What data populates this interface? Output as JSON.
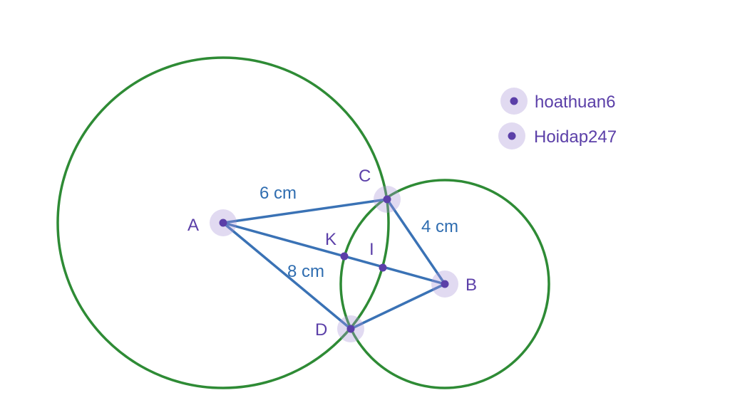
{
  "colors": {
    "circle": "#2e8b35",
    "segment": "#3a72b5",
    "point": "#5b3fa8",
    "halo": "#a996d8",
    "length_label": "#2f6db0",
    "point_label": "#5b3fa8"
  },
  "points": {
    "A": {
      "label": "A"
    },
    "B": {
      "label": "B"
    },
    "C": {
      "label": "C"
    },
    "D": {
      "label": "D"
    },
    "K": {
      "label": "K"
    },
    "I": {
      "label": "I"
    }
  },
  "circles": [
    {
      "center": "A",
      "through": "C"
    },
    {
      "center": "B",
      "through": "C"
    }
  ],
  "segments": [
    {
      "from": "A",
      "to": "C"
    },
    {
      "from": "A",
      "to": "D"
    },
    {
      "from": "A",
      "to": "B"
    },
    {
      "from": "C",
      "to": "B"
    },
    {
      "from": "D",
      "to": "B"
    }
  ],
  "lengths": {
    "AC": "6 cm",
    "CB": "4 cm",
    "AD": "8 cm"
  },
  "legend": [
    {
      "label": "hoathuan6"
    },
    {
      "label": "Hoidap247"
    }
  ]
}
